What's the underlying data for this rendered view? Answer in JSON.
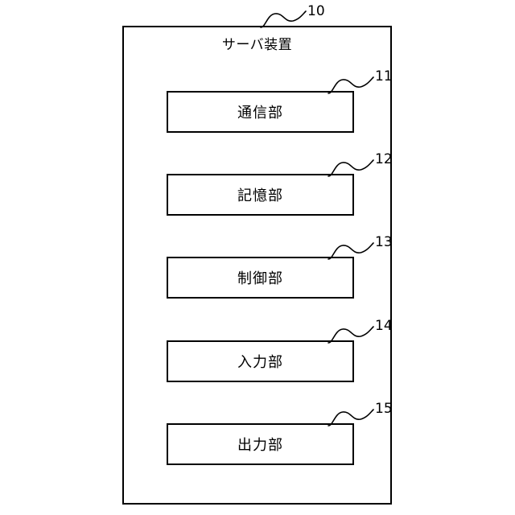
{
  "figure": {
    "type": "block-diagram",
    "background_color": "#ffffff",
    "line_color": "#000000"
  },
  "outer": {
    "title": "サーバ装置",
    "reference_numeral": "10"
  },
  "units": [
    {
      "label": "通信部",
      "reference_numeral": "11"
    },
    {
      "label": "記憶部",
      "reference_numeral": "12"
    },
    {
      "label": "制御部",
      "reference_numeral": "13"
    },
    {
      "label": "入力部",
      "reference_numeral": "14"
    },
    {
      "label": "出力部",
      "reference_numeral": "15"
    }
  ]
}
